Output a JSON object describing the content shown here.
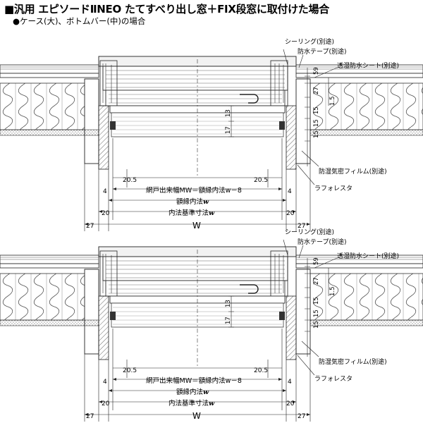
{
  "header": {
    "title": "■汎用 エピソードⅡNEO たてすべり出し窓＋FIX段窓に取付けた場合",
    "subtitle": "●ケース(大)、ボトムバー(中)の場合"
  },
  "callouts": {
    "sealing": "シーリング(別途)",
    "waterproof_tape": "防水テープ(別途)",
    "moisture_sheet": "透湿防水シート(別途)",
    "airtight_film": "防湿気密フィルム(別途)",
    "lath": "ラフォレスタ"
  },
  "dims": {
    "d_20_5": "20.5",
    "d_4": "4",
    "d_20": "20",
    "d_27": "27",
    "screen_width": "網戸出来幅MW＝額縁内法w－8",
    "inner_frame": "額縁内法",
    "inner_std": "内法基準寸法",
    "w_italic": "w",
    "W": "W",
    "v_59": "59",
    "v_27": "27",
    "v_15": "15",
    "v_1_5": "1.5",
    "v_17": "17",
    "v_13": "13"
  }
}
